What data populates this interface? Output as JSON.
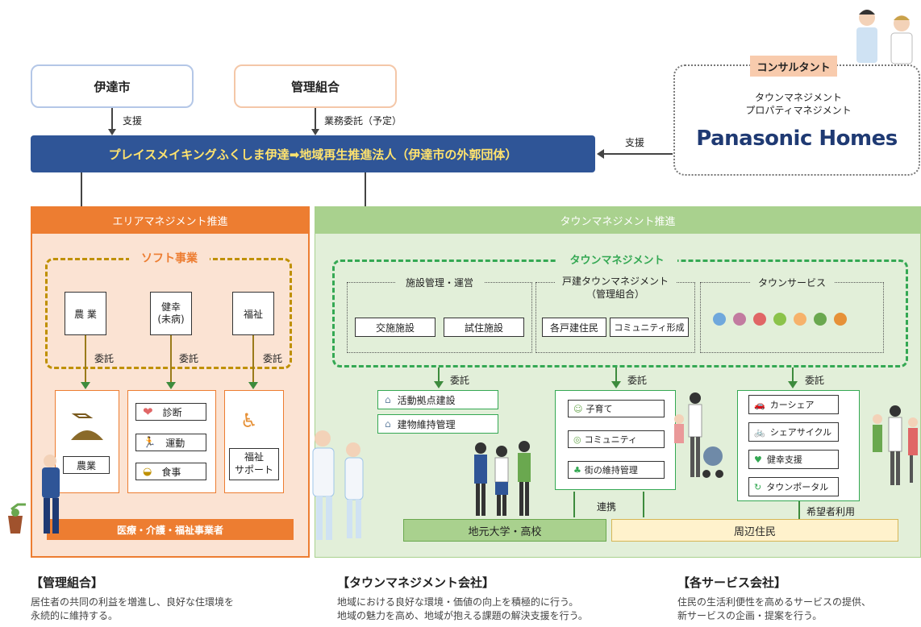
{
  "top": {
    "date_city": "伊達市",
    "management_union": "管理組合",
    "support_label": "支援",
    "outsourcing_label": "業務委託（予定）",
    "main_banner": "プレイスメイキングふくしま伊達➡地域再生推進法人（伊達市の外郭団体）",
    "consultant_support": "支援"
  },
  "consultant": {
    "tag": "コンサルタント",
    "line1": "タウンマネジメント",
    "line2": "プロパティマネジメント",
    "brand": "Panasonic Homes"
  },
  "area": {
    "header": "エリアマネジメント推進",
    "soft_title": "ソフト事業",
    "items": [
      "農 業",
      "健幸\n(未病)",
      "福祉"
    ],
    "itaku": "委託",
    "agri_label": "農業",
    "health_items": [
      "診断",
      "運動",
      "食事"
    ],
    "welfare_label": "福祉\nサポート",
    "footer": "医療・介護・福祉事業者"
  },
  "town": {
    "header": "タウンマネジメント推進",
    "tm_title": "タウンマネジメント",
    "facility_title": "施設管理・運営",
    "facility_items": [
      "交施施設",
      "試住施設"
    ],
    "detached_title": "戸建タウンマネジメント\n（管理組合）",
    "detached_items": [
      "各戸建住民",
      "コミュニティ形成"
    ],
    "service_title": "タウンサービス",
    "itaku": "委託",
    "base_items": [
      "活動拠点建設",
      "建物維持管理"
    ],
    "community_items": [
      "子育て",
      "コミュニティ",
      "街の維持管理"
    ],
    "service_items": [
      "カーシェア",
      "シェアサイクル",
      "健幸支援",
      "タウンポータル"
    ],
    "renkei": "連携",
    "kibo": "希望者利用",
    "university": "地元大学・高校",
    "residents": "周辺住民"
  },
  "bottom": [
    {
      "title": "【管理組合】",
      "lines": [
        "居住者の共同の利益を増進し、良好な住環境を",
        "永続的に維持する。"
      ]
    },
    {
      "title": "【タウンマネジメント会社】",
      "lines": [
        "地域における良好な環境・価値の向上を積極的に行う。",
        "地域の魅力を高め、地域が抱える課題の解決支援を行う。"
      ]
    },
    {
      "title": "【各サービス会社】",
      "lines": [
        "住民の生活利便性を高めるサービスの提供、",
        "新サービスの企画・提案を行う。"
      ]
    }
  ],
  "colors": {
    "banner": "#2f5597",
    "orange": "#ed7d31",
    "orange_bg": "#fbe3d3",
    "green_bg": "#e2efd9",
    "green_header": "#a9d18e",
    "green_dash": "#34a853",
    "dot_colors": [
      "#6fa8dc",
      "#c27ba0",
      "#e06666",
      "#8bc34a",
      "#f6b26b",
      "#6aa84f",
      "#e69138"
    ]
  }
}
